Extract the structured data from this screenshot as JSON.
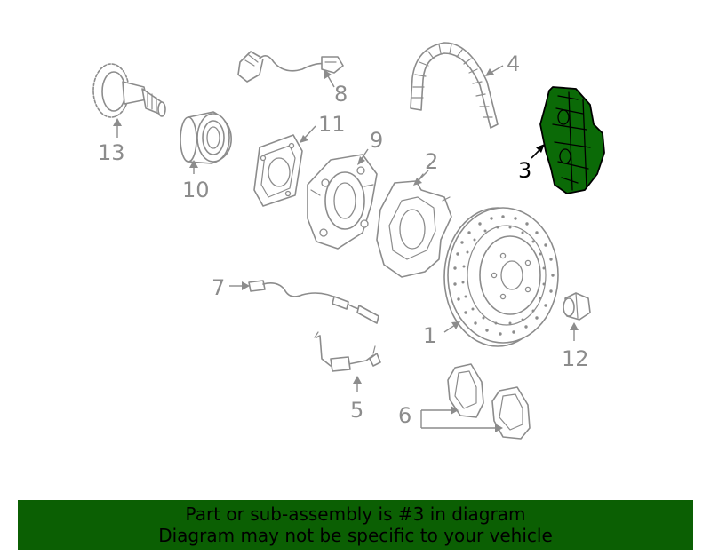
{
  "diagram": {
    "callouts": {
      "c1": "1",
      "c2": "2",
      "c3": "3",
      "c4": "4",
      "c5": "5",
      "c6": "6",
      "c7": "7",
      "c8": "8",
      "c9": "9",
      "c10": "10",
      "c11": "11",
      "c12": "12",
      "c13": "13"
    },
    "highlighted_part": "3",
    "colors": {
      "line_gray": "#8c8c8c",
      "highlight_fill": "#0b6a07",
      "highlight_outline": "#000000",
      "banner_bg": "#0b5f03"
    }
  },
  "banner": {
    "line1": "Part or sub-assembly is #3 in diagram",
    "line2": "Diagram may not be specific to your vehicle"
  }
}
